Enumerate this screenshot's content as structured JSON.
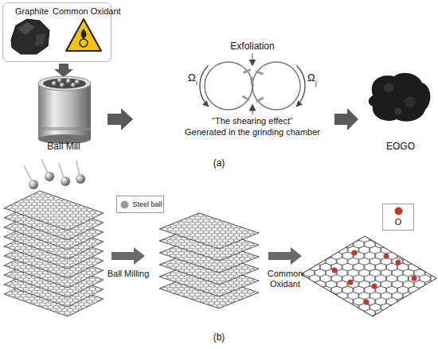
{
  "diagram": {
    "nodes": [
      {
        "text": [
          "Graphite",
          "Common Oxidant"
        ]
      }
    ],
    "labels": [
      "Ball Mill",
      "Exfoliation",
      "Ω",
      "i",
      "Ω",
      "j",
      "“The shearing effect“",
      "Generated in the grinding chamber",
      "EOGO",
      "(a)",
      "Ball Milling",
      "Common Oxidant",
      "(b)"
    ],
    "legend": [
      {
        "text": "Steel ball"
      },
      {
        "text": "O"
      }
    ]
  }
}
